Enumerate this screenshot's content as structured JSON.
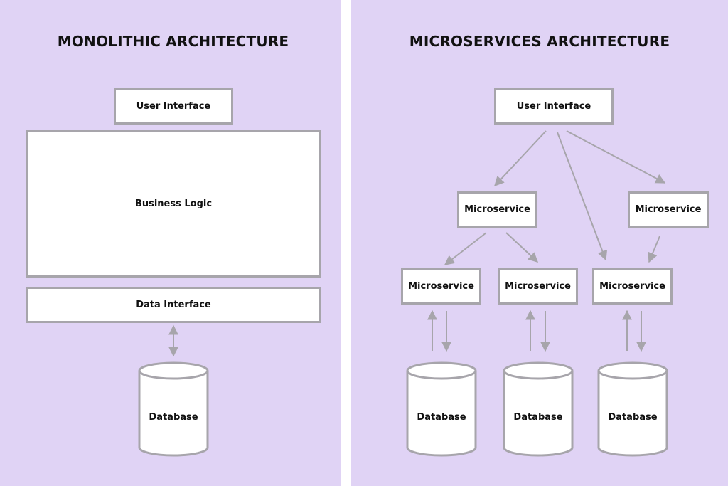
{
  "colors": {
    "panel_bg": "#e0d3f5",
    "box_border": "#a7a5ab",
    "arrow": "#a7a5ab",
    "text": "#111111",
    "box_fill": "#ffffff"
  },
  "monolithic": {
    "title": "MONOLITHIC ARCHITECTURE",
    "user_interface": "User Interface",
    "business_logic": "Business Logic",
    "data_interface": "Data Interface",
    "database": "Database"
  },
  "microservices": {
    "title": "MICROSERVICES ARCHITECTURE",
    "user_interface": "User Interface",
    "microservices": [
      "Microservice",
      "Microservice",
      "Microservice",
      "Microservice",
      "Microservice"
    ],
    "databases": [
      "Database",
      "Database",
      "Database"
    ]
  }
}
